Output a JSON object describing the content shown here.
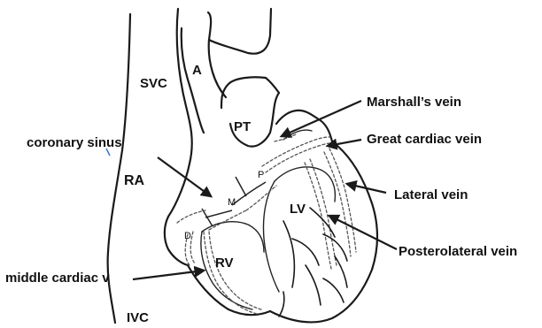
{
  "labels": {
    "svc": "SVC",
    "a": "A",
    "pt": "PT",
    "ra": "RA",
    "lv": "LV",
    "rv": "RV",
    "ivc": "IVC",
    "m": "M",
    "p": "P",
    "d": "D",
    "marshalls_vein": "Marshall’s vein",
    "great_cardiac_vein": "Great cardiac vein",
    "lateral_vein": "Lateral vein",
    "posterolateral_vein": "Posterolateral vein",
    "coronary_sinus": "coronary sinus",
    "middle_cardiac_v": "middle cardiac v"
  },
  "colors": {
    "background": "#ffffff",
    "line": "#1a1a1a",
    "text": "#111111",
    "accent_blue": "#3a6fd8"
  }
}
